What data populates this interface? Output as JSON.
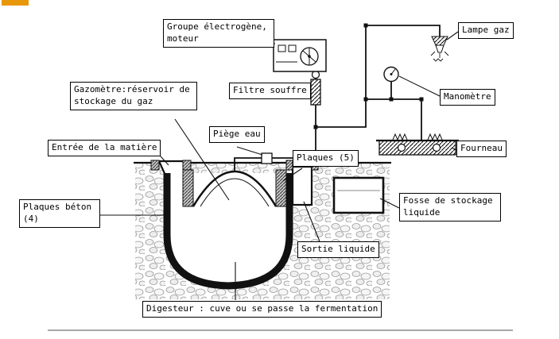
{
  "figure": {
    "labels": {
      "generator": "Groupe électrogène, moteur",
      "gas_lamp": "Lampe gaz",
      "sulfur_filter": "Filtre souffre",
      "manometer": "Manomètre",
      "gasometer": "Gazomètre:réservoir de stockage du gaz",
      "water_trap": "Piège eau",
      "plates_5": "Plaques (5)",
      "stove": "Fourneau",
      "inlet": "Entrée de la matière",
      "storage_pit": "Fosse de stockage liquide",
      "concrete_plates": "Plaques béton (4)",
      "liquid_outlet": "Sortie liquide",
      "digester": "Digesteur : cuve ou se passe la fermentation"
    },
    "colors": {
      "ink": "#000000",
      "stone": "#9a9a9a",
      "background": "#ffffff",
      "rule": "#a8a8a8",
      "artifact": "#e8960a"
    }
  }
}
